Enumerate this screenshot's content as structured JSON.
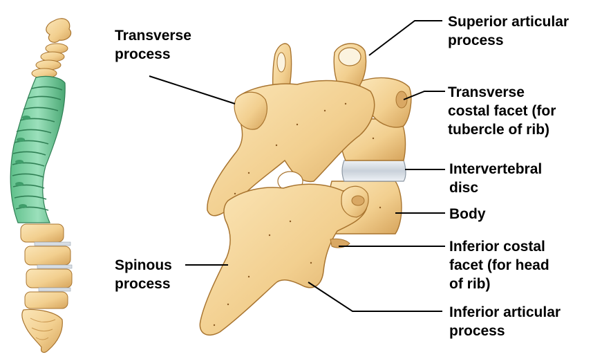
{
  "colors": {
    "bone": "#f2cf8f",
    "bone_light": "#fbe6b8",
    "bone_shadow": "#c9964e",
    "bone_outline": "#a8742f",
    "thoracic_highlight": "#7fd1a6",
    "thoracic_shadow": "#3f9d6a",
    "disc": "#d7dde4",
    "leader": "#000000"
  },
  "labels": {
    "transverse_process": [
      "Transverse",
      "process"
    ],
    "superior_articular_process": [
      "Superior articular",
      "process"
    ],
    "transverse_costal_facet": [
      "Transverse",
      "costal facet (for",
      "tubercle of rib)"
    ],
    "intervertebral_disc": [
      "Intervertebral",
      "disc"
    ],
    "body": [
      "Body"
    ],
    "inferior_costal_facet": [
      "Inferior costal",
      "facet (for head",
      "of rib)"
    ],
    "spinous_process": [
      "Spinous",
      "process"
    ],
    "inferior_articular_process": [
      "Inferior articular",
      "process"
    ]
  }
}
